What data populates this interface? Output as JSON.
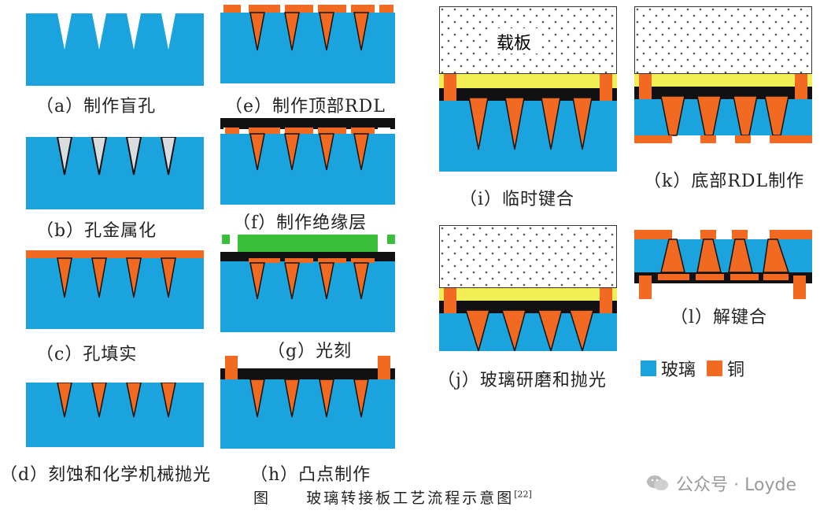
{
  "colors": {
    "glass": "#1aa3dc",
    "copper": "#f26a22",
    "insulator": "#111111",
    "resist": "#3bbf3b",
    "adhesive": "#f2ee55"
  },
  "panels": [
    {
      "id": "a",
      "caption": "（a）制作盲孔"
    },
    {
      "id": "b",
      "caption": "（b）孔金属化"
    },
    {
      "id": "c",
      "caption": "（c）孔填实"
    },
    {
      "id": "d",
      "caption": "（d）刻蚀和化学机械抛光"
    },
    {
      "id": "e",
      "caption": "（e）制作顶部RDL"
    },
    {
      "id": "f",
      "caption": "（f）制作绝缘层"
    },
    {
      "id": "g",
      "caption": "（g）光刻"
    },
    {
      "id": "h",
      "caption": "（h）凸点制作"
    },
    {
      "id": "i",
      "caption": "（i）临时键合"
    },
    {
      "id": "j",
      "caption": "（j）玻璃研磨和抛光"
    },
    {
      "id": "k",
      "caption": "（k）底部RDL制作"
    },
    {
      "id": "l",
      "caption": "（l）解键合"
    }
  ],
  "carrier_label": "载板",
  "legend": [
    {
      "label": "玻璃",
      "color": "#1aa3dc",
      "icon": "glass-swatch"
    },
    {
      "label": "铜",
      "color": "#f26a22",
      "icon": "copper-swatch"
    }
  ],
  "figure_caption": {
    "prefix": "图 ",
    "title": "玻璃转接板工艺流程示意图",
    "ref": "[22]"
  },
  "watermark": {
    "text": "公众号 · Loyde",
    "icon": "wechat-icon"
  }
}
